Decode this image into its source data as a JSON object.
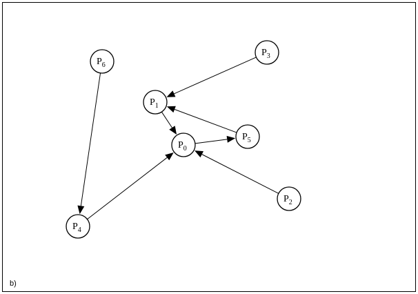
{
  "diagram": {
    "caption": "b)",
    "nodes": [
      {
        "id": "P0",
        "letter": "P",
        "sub": "0"
      },
      {
        "id": "P1",
        "letter": "P",
        "sub": "1"
      },
      {
        "id": "P2",
        "letter": "P",
        "sub": "2"
      },
      {
        "id": "P3",
        "letter": "P",
        "sub": "3"
      },
      {
        "id": "P4",
        "letter": "P",
        "sub": "4"
      },
      {
        "id": "P5",
        "letter": "P",
        "sub": "5"
      },
      {
        "id": "P6",
        "letter": "P",
        "sub": "6"
      }
    ],
    "edges": [
      {
        "from": "P3",
        "to": "P1"
      },
      {
        "from": "P1",
        "to": "P0"
      },
      {
        "from": "P5",
        "to": "P1"
      },
      {
        "from": "P0",
        "to": "P5"
      },
      {
        "from": "P2",
        "to": "P0"
      },
      {
        "from": "P4",
        "to": "P0"
      },
      {
        "from": "P6",
        "to": "P4"
      }
    ]
  }
}
